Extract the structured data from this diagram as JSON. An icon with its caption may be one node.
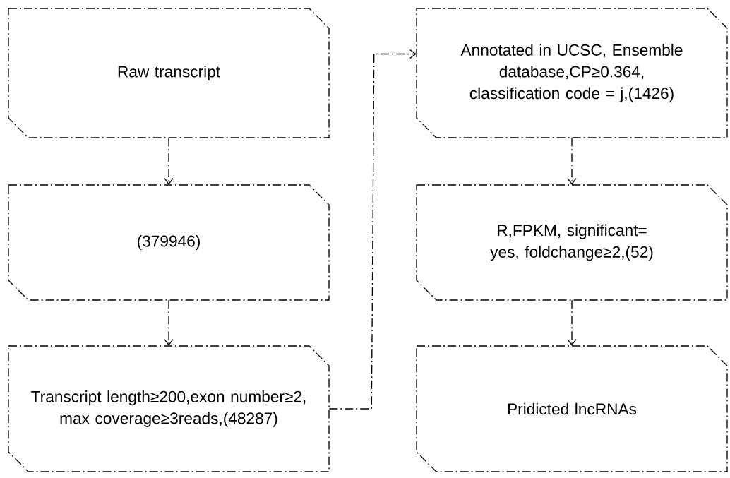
{
  "diagram": {
    "nodes": [
      {
        "text": [
          "Raw transcript"
        ]
      },
      {
        "text": [
          "(379946)"
        ]
      },
      {
        "text": [
          "Transcript length≥200,exon number≥2, max coverage≥3reads,(48287)"
        ]
      },
      {
        "text": [
          "Annotated in UCSC, Ensemble database,CP≥0.364, classification code = j,(1426)"
        ]
      },
      {
        "text": [
          "R,FPKM, significant= yes, foldchange≥2,(52)"
        ]
      },
      {
        "text": [
          "Pridicted lncRNAs"
        ]
      }
    ],
    "edges": [
      {
        "from": 0,
        "to": 1,
        "arrow": "to",
        "style": "dashed"
      },
      {
        "from": 1,
        "to": 2,
        "arrow": "to",
        "style": "dashed"
      },
      {
        "from": 2,
        "to": 3,
        "arrow": "to",
        "style": "dashed"
      },
      {
        "from": 3,
        "to": 4,
        "arrow": "to",
        "style": "dashed"
      },
      {
        "from": 4,
        "to": 5,
        "arrow": "to",
        "style": "dashed"
      }
    ]
  }
}
